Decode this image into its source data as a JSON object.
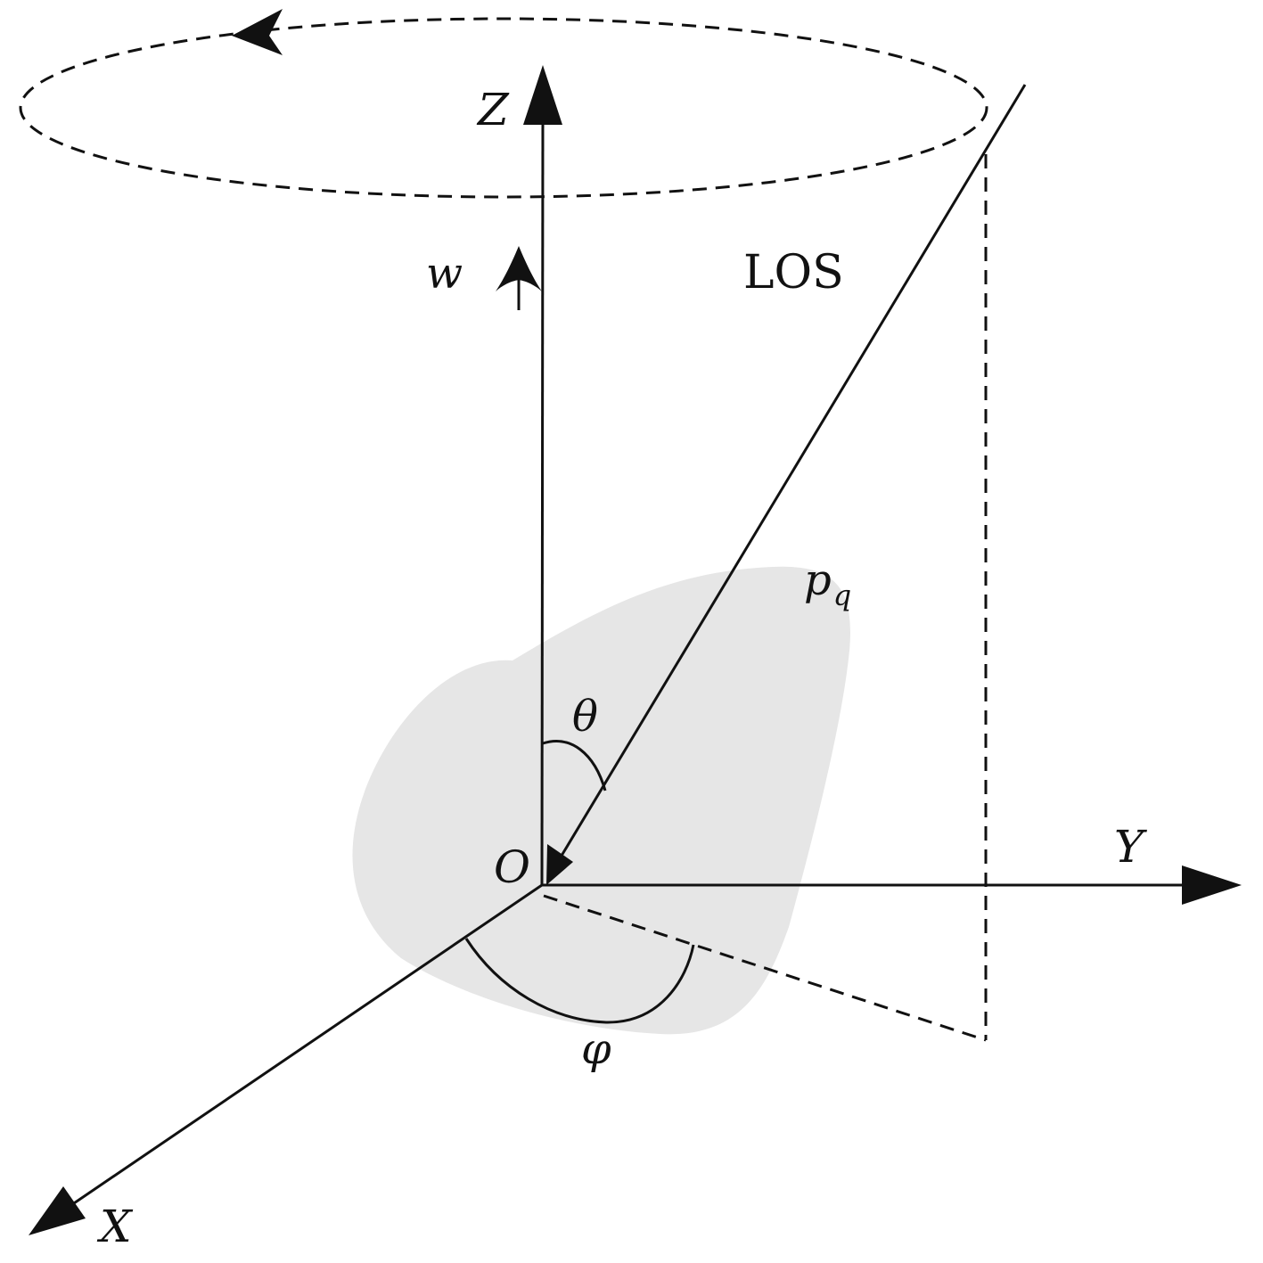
{
  "labels": {
    "z_axis": "Z",
    "y_axis": "Y",
    "x_axis": "X",
    "origin": "O",
    "angular_velocity": "w",
    "line_of_sight": "LOS",
    "target_region": "p",
    "target_region_subscript": "q",
    "elevation_angle": "θ",
    "azimuth_angle": "φ"
  },
  "colors": {
    "stroke": "#111111",
    "region_fill": "#e6e6e6",
    "background": "#ffffff"
  }
}
